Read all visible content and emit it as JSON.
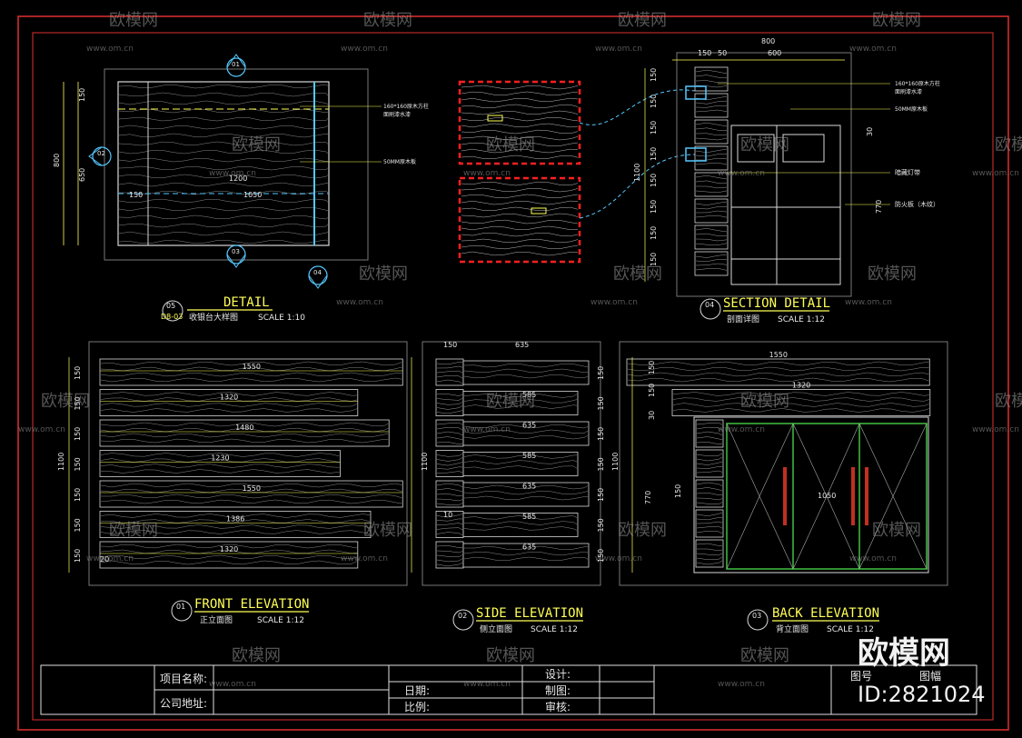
{
  "watermark": {
    "brand": "欧模网",
    "site": "www.om.cn",
    "corner_brand": "欧模网",
    "corner_id": "ID:2821024"
  },
  "drawings": {
    "detail": {
      "num": "05",
      "sheet": "D8-03",
      "title": "DETAIL",
      "sub": "收银台大样图",
      "scale": "SCALE 1:10",
      "dims": {
        "total_h": "800",
        "top": "150",
        "mid": "650",
        "w1": "1200",
        "w2": "1050",
        "w3": "150"
      },
      "notes": [
        "160*160原木方柱",
        "面刷漆水漆",
        "50MM原木板"
      ],
      "markers": [
        "01",
        "02",
        "03",
        "04"
      ]
    },
    "section": {
      "num": "04",
      "title": "SECTION DETAIL",
      "sub": "剖面详图",
      "scale": "SCALE 1:12",
      "dims": {
        "top": "800",
        "a": "150",
        "b": "50",
        "c": "600",
        "h": "1100",
        "h2": "770",
        "d": "30"
      },
      "notes": [
        "160*160原木方柱",
        "面刷漆水漆",
        "50MM原木板",
        "暗藏灯带",
        "防火板（木纹）"
      ],
      "rows": [
        "150",
        "150",
        "150",
        "150",
        "150",
        "150",
        "150",
        "150"
      ]
    },
    "front": {
      "num": "01",
      "title": "FRONT ELEVATION",
      "sub": "正立面图",
      "scale": "SCALE 1:12",
      "height": "1100",
      "boards": [
        "1550",
        "1320",
        "1480",
        "1230",
        "1550",
        "1386",
        "1320"
      ],
      "rows": [
        "150",
        "150",
        "150",
        "150",
        "150",
        "150",
        "150"
      ],
      "edge": "20"
    },
    "side": {
      "num": "02",
      "title": "SIDE ELEVATION",
      "sub": "侧立面图",
      "scale": "SCALE 1:12",
      "height": "1100",
      "top": [
        "150",
        "635"
      ],
      "boards": [
        "585",
        "635",
        "585",
        "635",
        "585",
        "635"
      ],
      "rows": [
        "150",
        "150",
        "150",
        "150",
        "150",
        "150",
        "150"
      ],
      "edge": "10"
    },
    "back": {
      "num": "03",
      "title": "BACK ELEVATION",
      "sub": "背立面图",
      "scale": "SCALE 1:12",
      "height": "1100",
      "boards": [
        "1550",
        "1320"
      ],
      "door_w": "1050",
      "h2": "770",
      "left": "150",
      "rows": [
        "150",
        "150",
        "30"
      ]
    }
  },
  "title_block": {
    "project_label": "项目名称:",
    "address_label": "公司地址:",
    "date_label": "日期:",
    "ratio_label": "比例:",
    "design_label": "设计:",
    "draw_label": "制图:",
    "check_label": "审核:",
    "drawing_no_label": "图号",
    "sheet_label": "图幅"
  }
}
